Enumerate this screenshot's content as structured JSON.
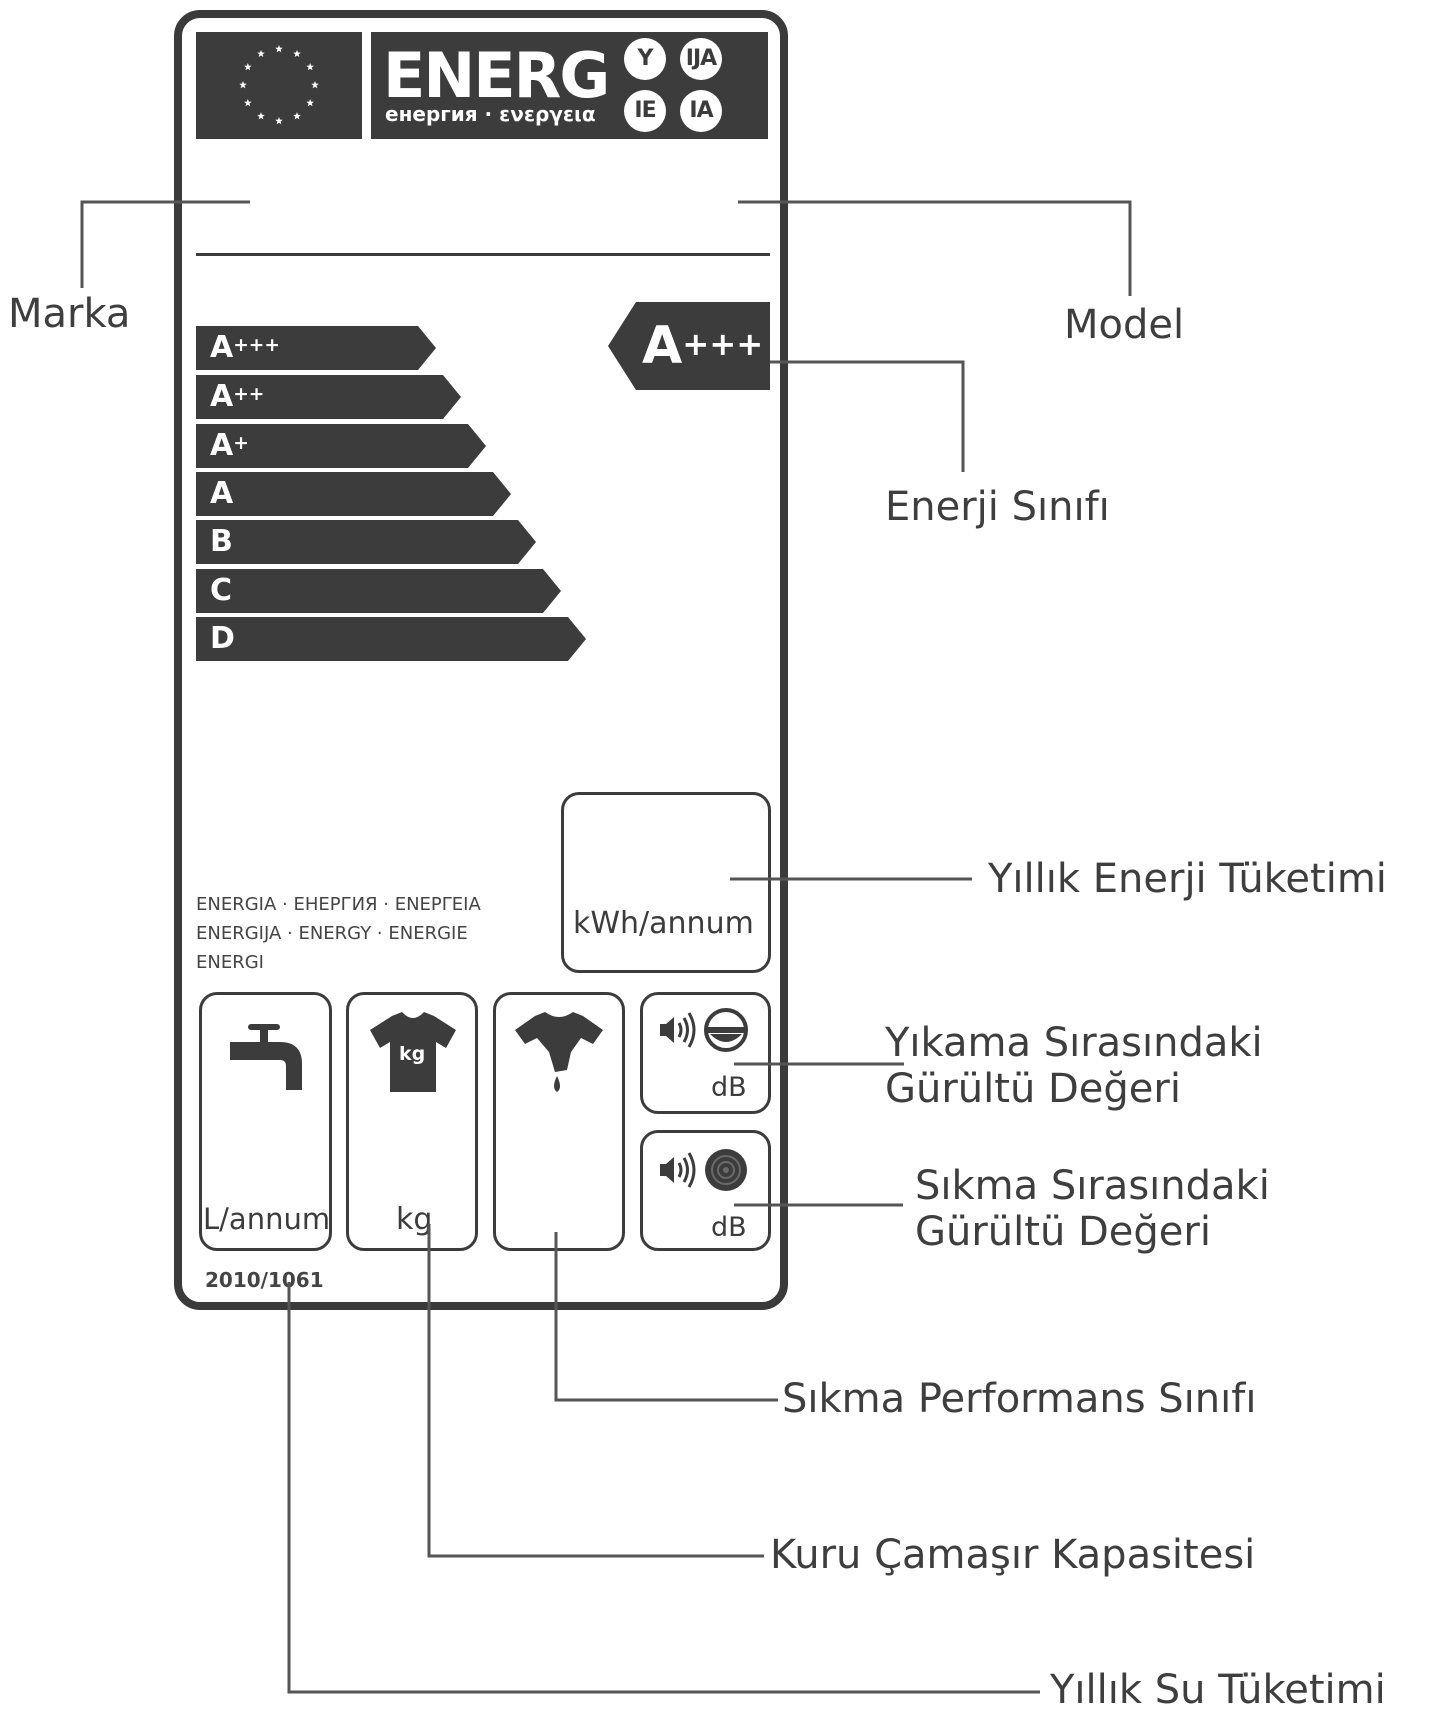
{
  "label": {
    "energ_word": "ENERG",
    "energ_sub": "енергия · ενεργεια",
    "lang_codes": [
      "Y",
      "IJA",
      "IE",
      "IA"
    ],
    "classes": [
      "A",
      "A",
      "A",
      "A",
      "B",
      "C",
      "D"
    ],
    "class_sups": [
      "+++",
      "++",
      "+",
      "",
      "",
      "",
      ""
    ],
    "rating_letter": "A",
    "rating_sup": "+++",
    "multilingual_lines": [
      "ENERGIA · ЕНЕРГИЯ · ΕΝΕΡΓΕΙΑ",
      "ENERGIJA · ENERGY · ENERGIE",
      "ENERGI"
    ],
    "energy_unit": "kWh/annum",
    "water_unit": "L/annum",
    "weight_unit": "kg",
    "shirt_kg": "kg",
    "wash_noise_unit": "dB",
    "spin_noise_unit": "dB",
    "regulation": "2010/1061"
  },
  "callouts": {
    "brand": "Marka",
    "model": "Model",
    "energy_class": "Enerji Sınıfı",
    "annual_energy": "Yıllık Enerji Tüketimi",
    "wash_noise_1": "Yıkama Sırasındaki",
    "wash_noise_2": "Gürültü Değeri",
    "spin_noise_1": "Sıkma Sırasındaki",
    "spin_noise_2": "Gürültü Değeri",
    "spin_class": "Sıkma Performans Sınıfı",
    "capacity": "Kuru Çamaşır Kapasitesi",
    "annual_water": "Yıllık Su Tüketimi"
  },
  "colors": {
    "label_dark": "#3c3c3c",
    "text": "#3e3e3e",
    "line": "#555555"
  },
  "icons": [
    "eu-stars-icon",
    "faucet-icon",
    "tshirt-icon",
    "spin-shirt-icon",
    "wash-noise-icon",
    "spin-noise-icon"
  ]
}
